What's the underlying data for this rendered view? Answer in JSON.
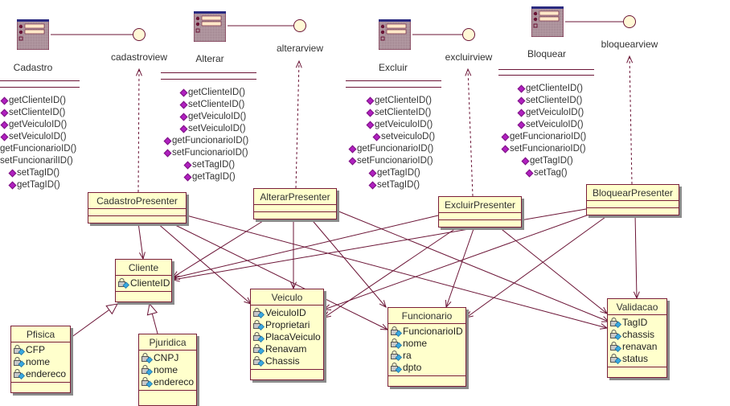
{
  "diagram": {
    "colors": {
      "line": "#6b1436",
      "class_fill": "#ffffcc",
      "interface_fill": "#fff9d6",
      "operation_icon": "#b020c0",
      "attribute_icon": "#38a8e0"
    },
    "views": [
      {
        "form": "Cadastro",
        "interface": "cadastroview",
        "operations": [
          "getClienteID()",
          "setClienteID()",
          "getVeiculoID()",
          "setVeiculoID()",
          "getFuncionarioID()",
          "setFuncionarilID()",
          "setTagID()",
          "getTagID()"
        ]
      },
      {
        "form": "Alterar",
        "interface": "alterarview",
        "operations": [
          "getClienteID()",
          "setClienteID()",
          "getVeiculoID()",
          "setVeiculoID()",
          "getFuncionarioID()",
          "setFuncionarioID()",
          "setTagID()",
          "getTagID()"
        ]
      },
      {
        "form": "Excluir",
        "interface": "excluirview",
        "operations": [
          "getClienteID()",
          "setClienteID()",
          "getVeiculoID()",
          "setveiculoD()",
          "getFuncionarioID()",
          "setFuncionarioID()",
          "getTagID()",
          "setTagID()"
        ]
      },
      {
        "form": "Bloquear",
        "interface": "bloquearview",
        "operations": [
          "getClienteID()",
          "setClienteID()",
          "getVeiculoID()",
          "setVeiculoID()",
          "getFuncionarioID()",
          "setFuncionarioID()",
          "getTagID()",
          "setTag()"
        ]
      }
    ],
    "presenters": [
      "CadastroPresenter",
      "AlterarPresenter",
      "ExcluirPresenter",
      "BloquearPresenter"
    ],
    "classes": {
      "cliente": {
        "name": "Cliente",
        "attributes": [
          "ClienteID"
        ]
      },
      "pfisica": {
        "name": "Pfisica",
        "attributes": [
          "CFP",
          "nome",
          "endereco"
        ]
      },
      "pjuridica": {
        "name": "Pjuridica",
        "attributes": [
          "CNPJ",
          "nome",
          "endereco"
        ]
      },
      "veiculo": {
        "name": "Veiculo",
        "attributes": [
          "VeiculoID",
          "Proprietari",
          "PlacaVeiculo",
          "Renavam",
          "Chassis"
        ]
      },
      "funcionario": {
        "name": "Funcionario",
        "attributes": [
          "FuncionarioID",
          "nome",
          "ra",
          "dpto"
        ]
      },
      "validacao": {
        "name": "Validacao",
        "attributes": [
          "TagID",
          "chassis",
          "renavan",
          "status"
        ]
      }
    }
  }
}
